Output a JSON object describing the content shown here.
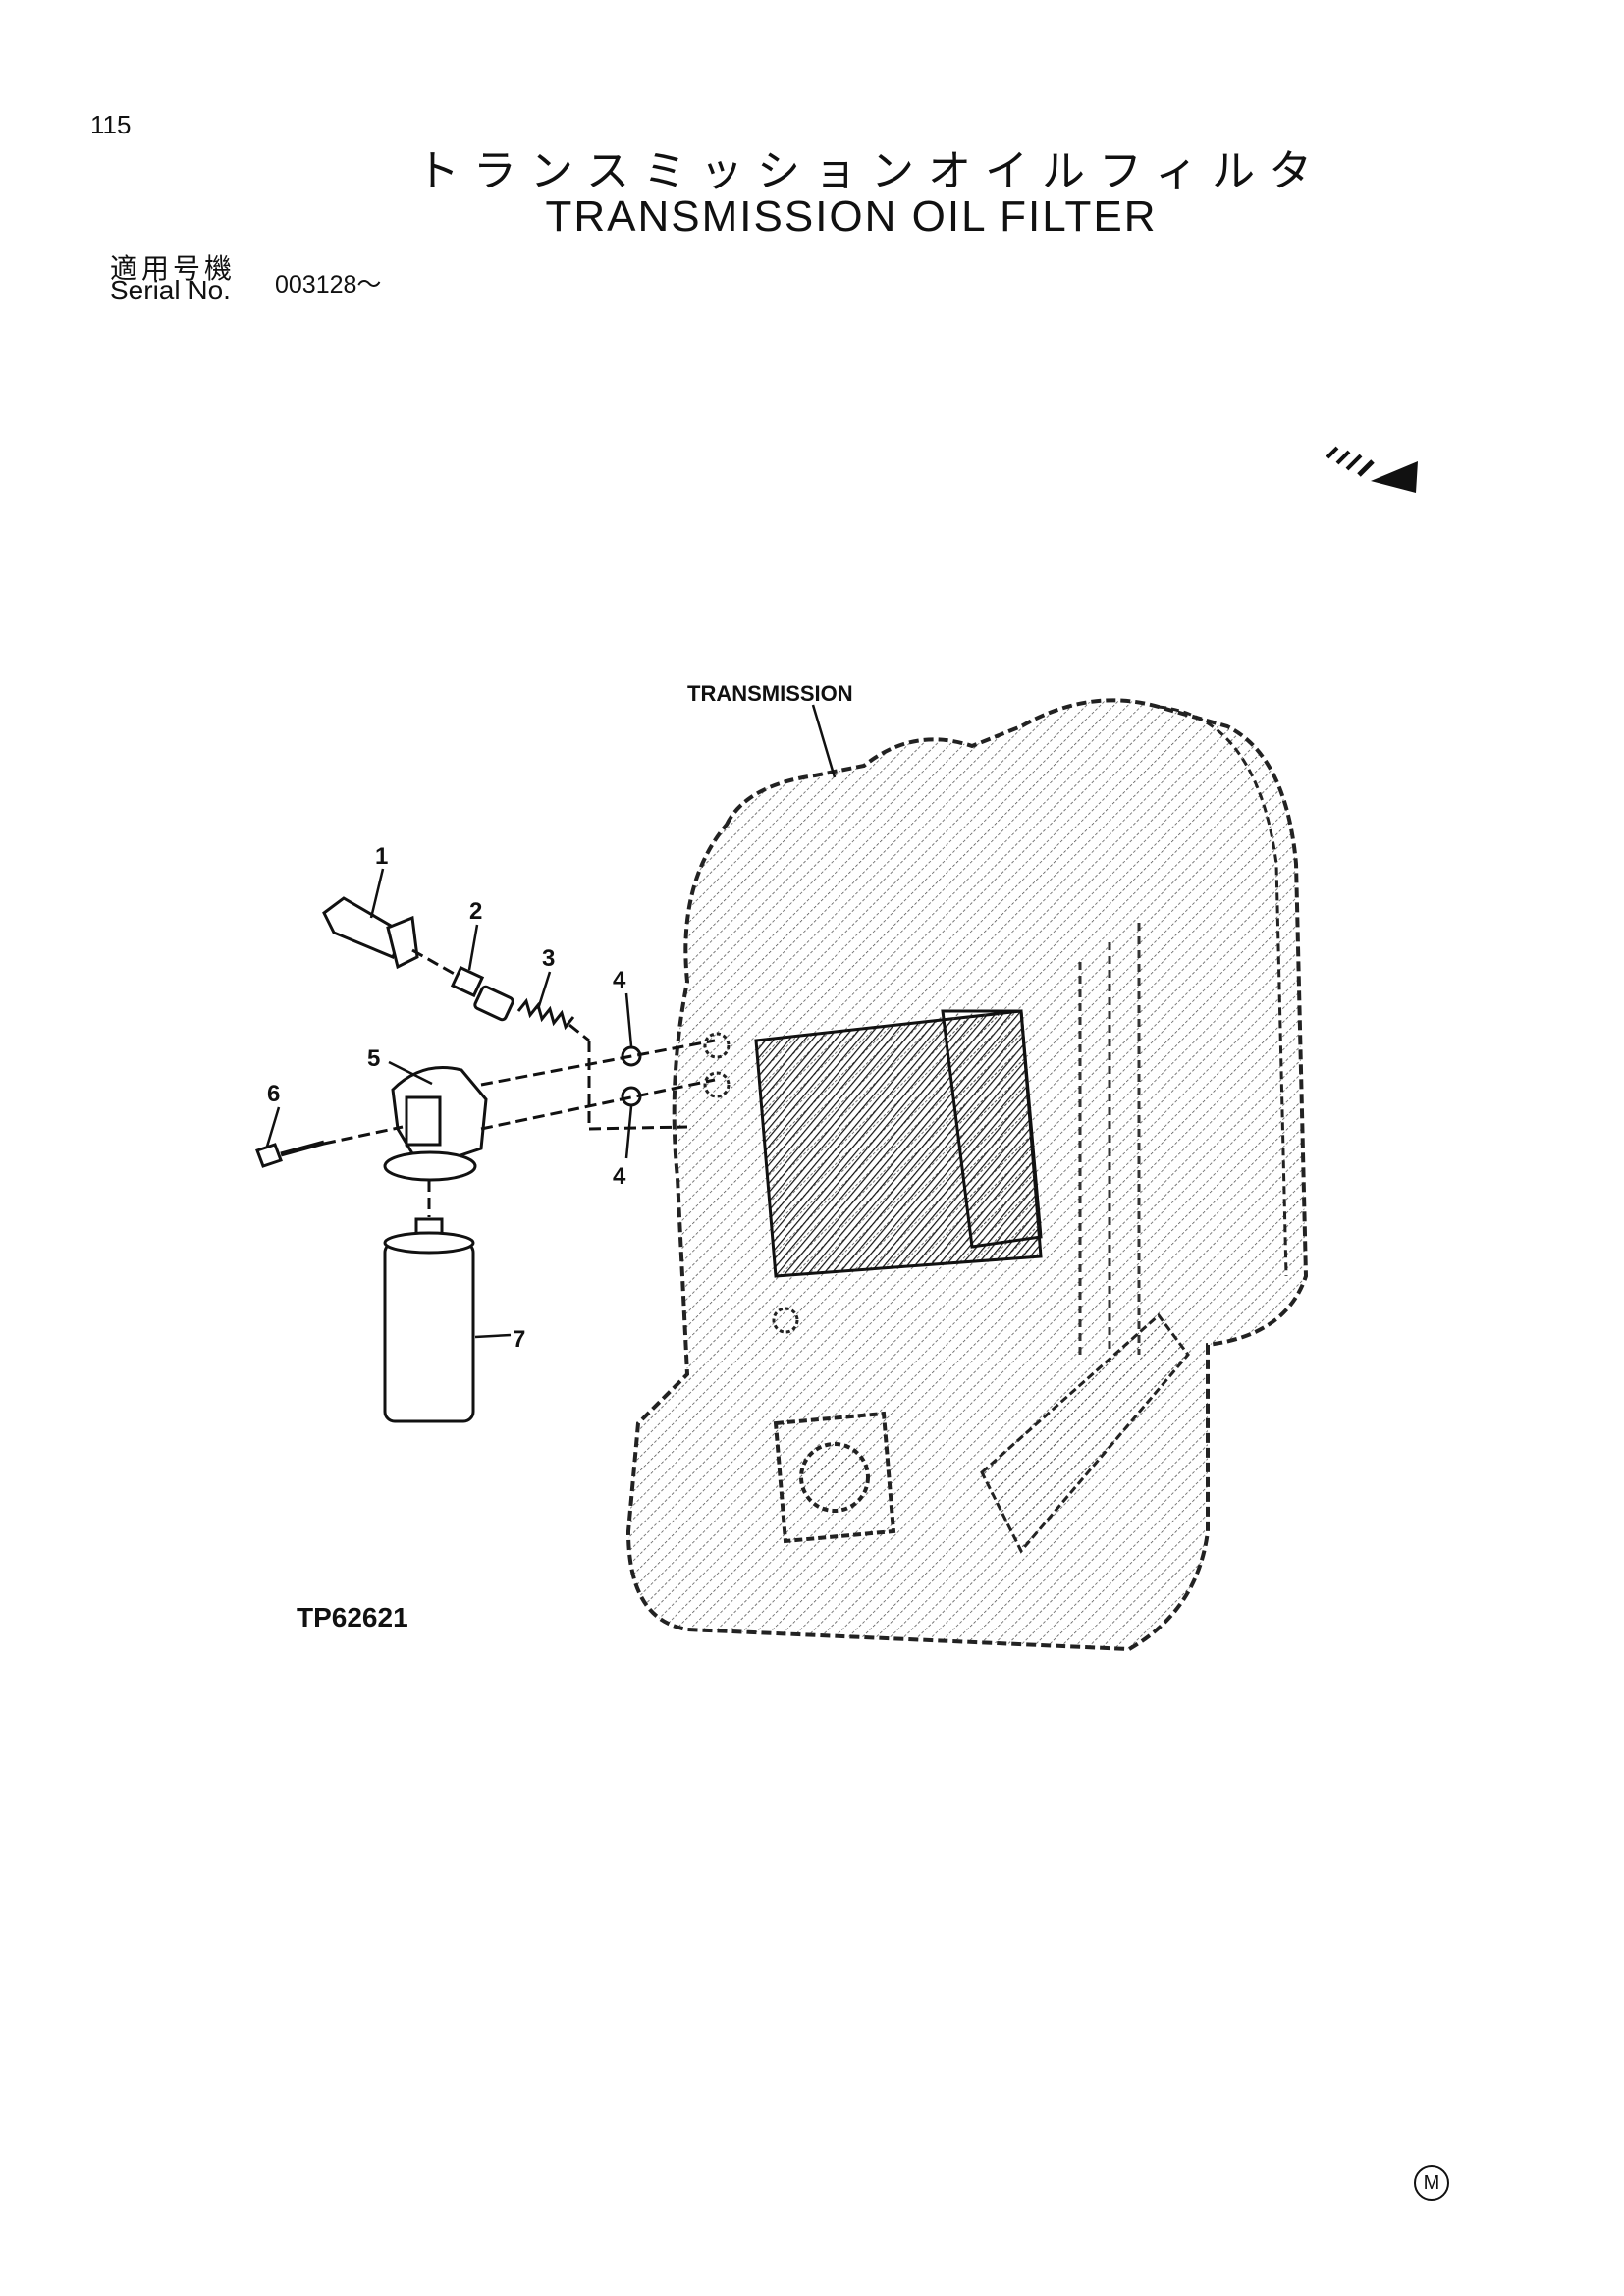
{
  "page": {
    "number": "115",
    "title_jp": "トランスミッションオイルフィルタ",
    "title_en": "TRANSMISSION OIL FILTER",
    "serial_label_jp": "適用号機",
    "serial_label_en": "Serial No.",
    "serial_value": "003128～",
    "figure_code": "TP62621",
    "mark": "M"
  },
  "diagram": {
    "assembly_label": "TRANSMISSION",
    "callouts": [
      "1",
      "2",
      "3",
      "4",
      "4",
      "5",
      "6",
      "7"
    ],
    "icons": [
      "front-direction-arrow-icon"
    ]
  }
}
